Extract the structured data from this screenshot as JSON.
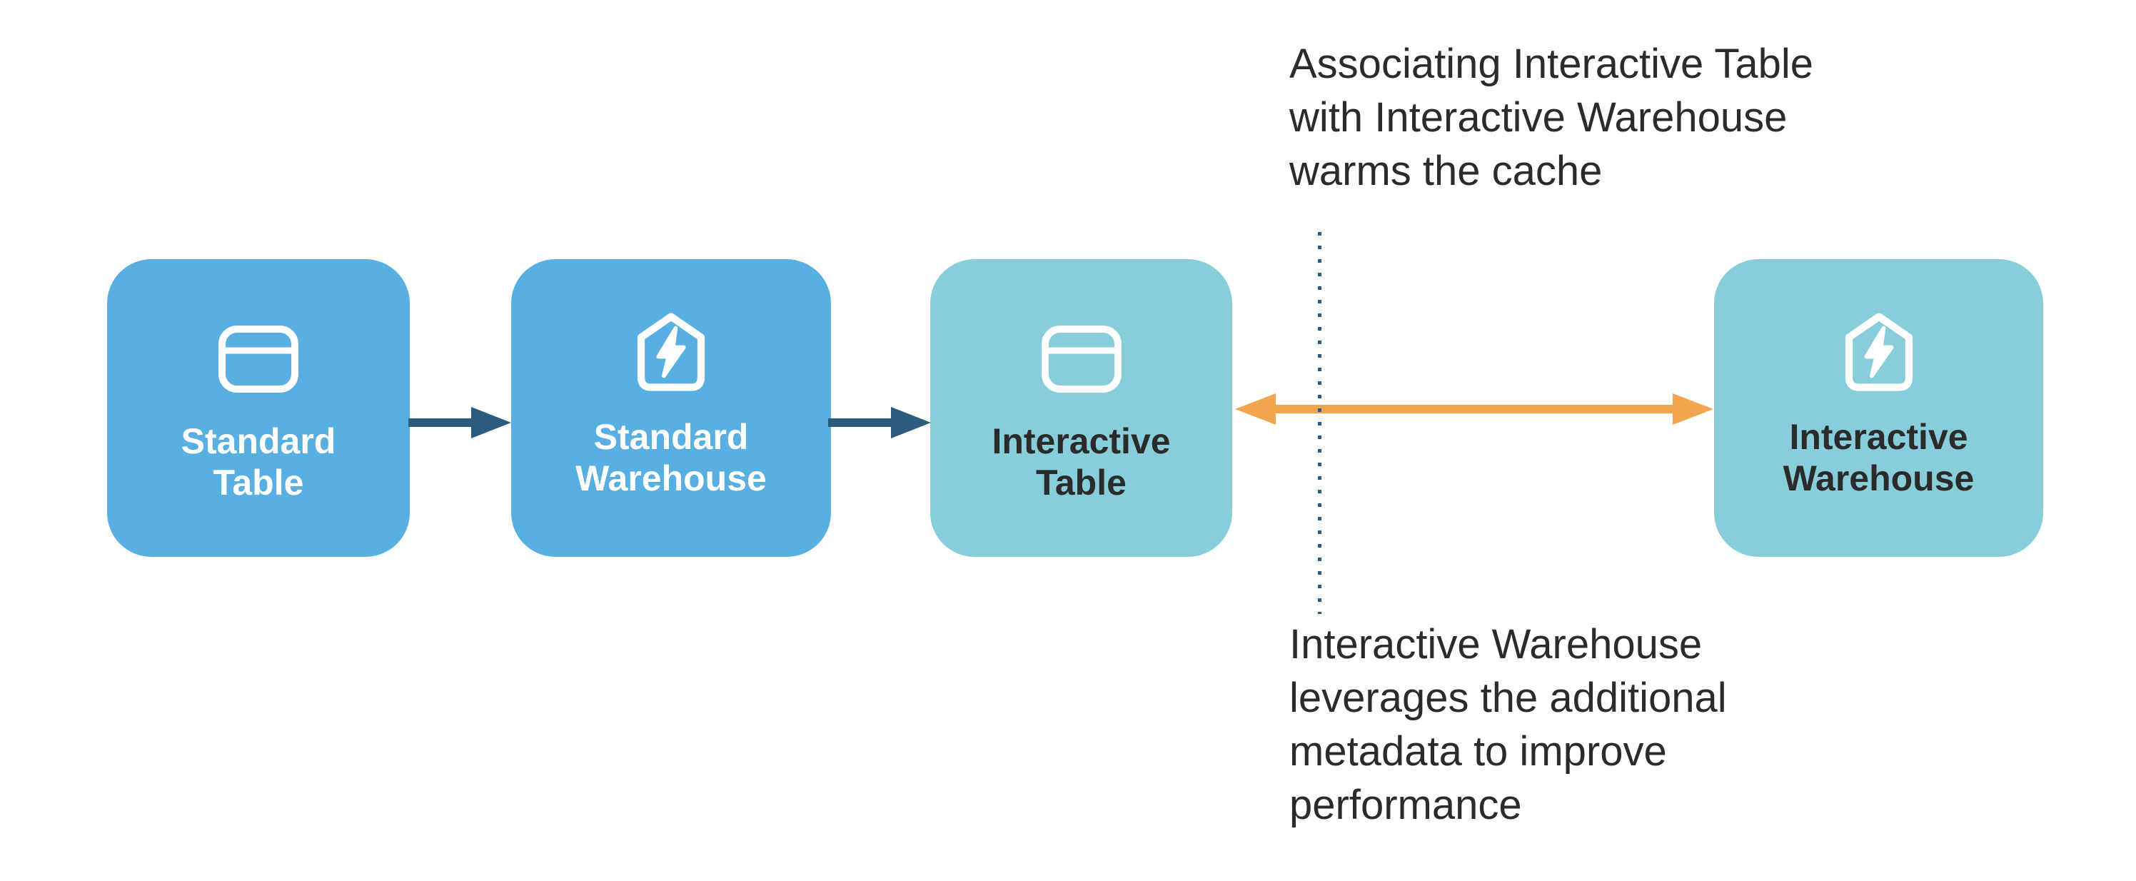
{
  "colors": {
    "background": "#FFFFFF",
    "standard_fill": "#58AFE2",
    "interactive_fill": "#87CEDA",
    "standard_text": "#FFFFFF",
    "interactive_text": "#2B2B2B",
    "arrow_navy": "#2B5C7D",
    "arrow_orange": "#F2A54F",
    "dotted_line": "#2E5C7E",
    "annotation_text": "#2B2B2B",
    "icon_color": "#FFFFFF"
  },
  "nodes": [
    {
      "id": "standard-table",
      "icon": "table-icon",
      "lines": [
        "Standard",
        "Table"
      ]
    },
    {
      "id": "standard-warehouse",
      "icon": "warehouse-icon",
      "lines": [
        "Standard",
        "Warehouse"
      ]
    },
    {
      "id": "interactive-table",
      "icon": "table-icon",
      "lines": [
        "Interactive",
        "Table"
      ]
    },
    {
      "id": "interactive-warehouse",
      "icon": "warehouse-icon",
      "lines": [
        "Interactive",
        "Warehouse"
      ]
    }
  ],
  "connectors": [
    {
      "id": "flow-arrow-1",
      "from": "standard-table",
      "to": "standard-warehouse",
      "style": "navy-single"
    },
    {
      "id": "flow-arrow-2",
      "from": "standard-warehouse",
      "to": "interactive-table",
      "style": "navy-single"
    },
    {
      "id": "association-arrow",
      "from": "interactive-table",
      "to": "interactive-warehouse",
      "style": "orange-double"
    }
  ],
  "annotations": {
    "top": {
      "lines": [
        "Associating Interactive Table",
        "with Interactive Warehouse",
        "warms the cache"
      ]
    },
    "bottom": {
      "lines": [
        "Interactive Warehouse",
        "leverages the additional",
        "metadata to improve",
        "performance"
      ]
    }
  }
}
